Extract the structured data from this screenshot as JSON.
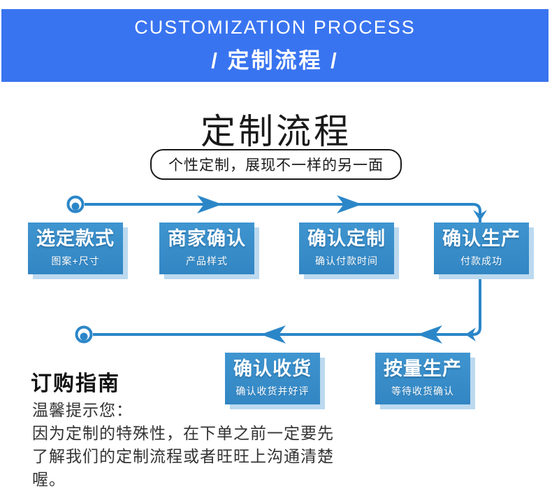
{
  "theme": {
    "banner_blue": "#3974f0",
    "box_blue": "#3f95d0",
    "box_blue_dark": "#3286c3",
    "box_shadow": "#bcd9ef",
    "line_blue": "#2b86c8",
    "title_dark": "#1a1a1a",
    "body_text": "#333333"
  },
  "banner": {
    "title_en": "CUSTOMIZATION PROCESS",
    "title_zh": "/ 定制流程 /"
  },
  "section": {
    "title": "定制流程",
    "subtitle": "个性定制，展现不一样的另一面"
  },
  "flow": {
    "steps": [
      {
        "title": "选定款式",
        "subtitle": "图案+尺寸"
      },
      {
        "title": "商家确认",
        "subtitle": "产品样式"
      },
      {
        "title": "确认定制",
        "subtitle": "确认付款时间"
      },
      {
        "title": "确认生产",
        "subtitle": "付款成功"
      },
      {
        "title": "按量生产",
        "subtitle": "等待收货确认"
      },
      {
        "title": "确认收货",
        "subtitle": "确认收货并好评"
      }
    ]
  },
  "guide": {
    "heading": "订购指南",
    "lines": [
      "温馨提示您：",
      "因为定制的特殊性，在下单之前一定要先",
      "了解我们的定制流程或者旺旺上沟通清楚",
      "喔。"
    ]
  }
}
